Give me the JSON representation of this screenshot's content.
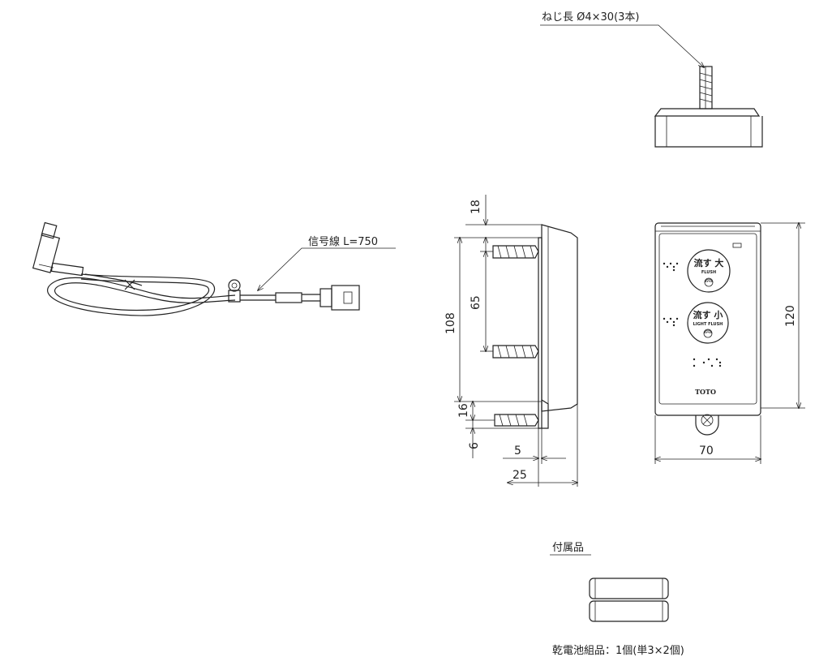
{
  "labels": {
    "screw": "ねじ長 Ø4×30(3本)",
    "signal_wire": "信号線 L=750",
    "accessories": "付属品",
    "battery": "乾電池組品：1個(単3×2個)"
  },
  "buttons": {
    "large": {
      "jp": "流す 大",
      "en": "FLUSH"
    },
    "small": {
      "jp": "流す 小",
      "en": "LIGHT FLUSH"
    }
  },
  "brand": "TOTO",
  "dimensions": {
    "total_height": "108",
    "top_offset": "18",
    "screw_pitch": "65",
    "lower_offset": "16",
    "bottom_offset": "6",
    "wall_offset": "5",
    "depth": "25",
    "front_height": "120",
    "front_width": "70"
  }
}
